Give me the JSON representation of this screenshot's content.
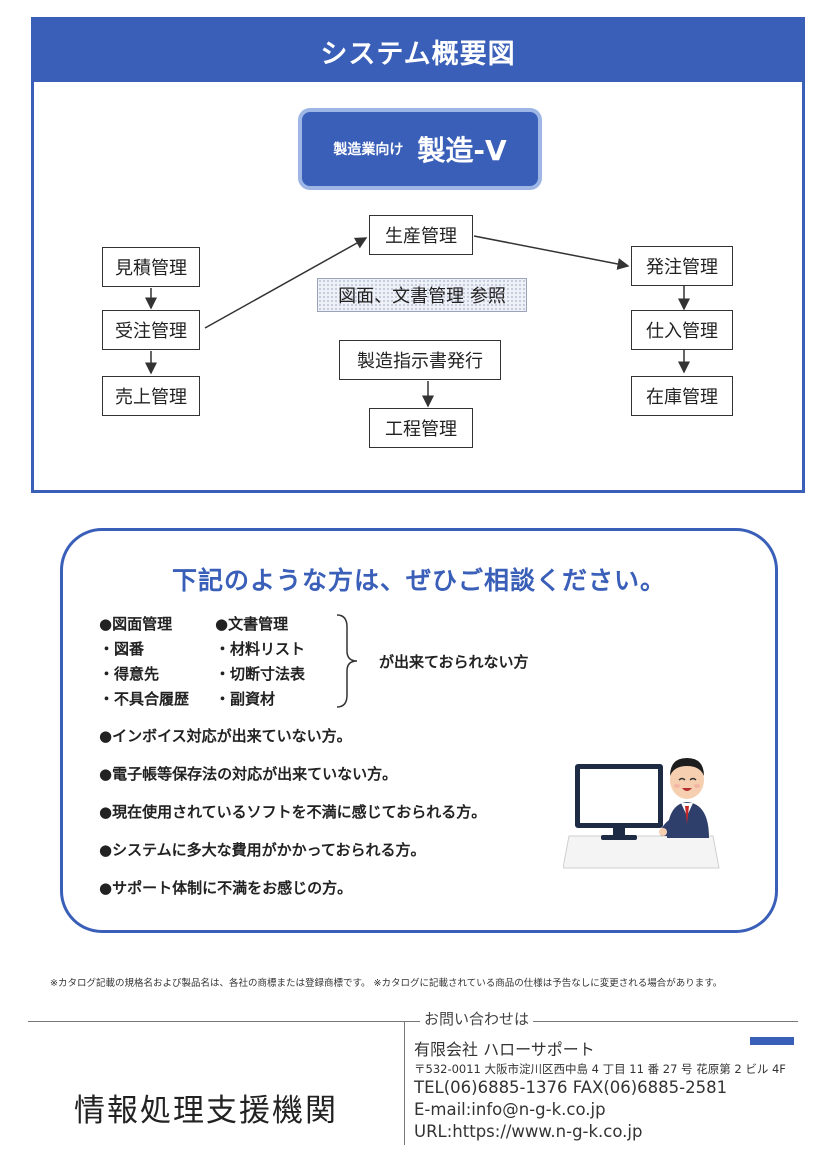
{
  "system_overview": {
    "title": "システム概要図",
    "product_sub": "製造業向け",
    "product_name": "製造-V",
    "boxes": {
      "estimate": "見積管理",
      "order_receipt": "受注管理",
      "sales": "売上管理",
      "production": "生産管理",
      "drawing_ref": "図面、文書管理 参照",
      "work_order": "製造指示書発行",
      "process": "工程管理",
      "purchase_order": "発注管理",
      "purchasing": "仕入管理",
      "inventory": "在庫管理"
    }
  },
  "consultation": {
    "title": "下記のような方は、ぜひご相談ください。",
    "col1": [
      "●図面管理",
      "・図番",
      "・得意先",
      "・不具合履歴"
    ],
    "col2": [
      "●文書管理",
      "・材料リスト",
      "・切断寸法表",
      "・副資材"
    ],
    "brace_text": "が出来ておられない方",
    "bullets": [
      "●インボイス対応が出来ていない方。",
      "●電子帳等保存法の対応が出来ていない方。",
      "●現在使用されているソフトを不満に感じておられる方。",
      "●システムに多大な費用がかかっておられる方。",
      "●サポート体制に不満をお感じの方。"
    ]
  },
  "footer": {
    "disclaimer": "※カタログ記載の規格名および製品名は、各社の商標または登録商標です。 ※カタログに記載されている商品の仕様は予告なしに変更される場合があります。",
    "organization": "情報処理支援機関",
    "contact": {
      "heading": "お問い合わせは",
      "company": "有限会社 ハローサポート",
      "address": "〒532-0011 大阪市淀川区西中島 4 丁目 11 番 27 号 花原第 2 ビル 4F",
      "tel_fax": "TEL(06)6885-1376   FAX(06)6885-2581",
      "email": "E-mail:info@n-g-k.co.jp",
      "url": "URL:https://www.n-g-k.co.jp"
    }
  },
  "colors": {
    "accent": "#3a5fb8",
    "accent_light": "#9eb6e6"
  }
}
